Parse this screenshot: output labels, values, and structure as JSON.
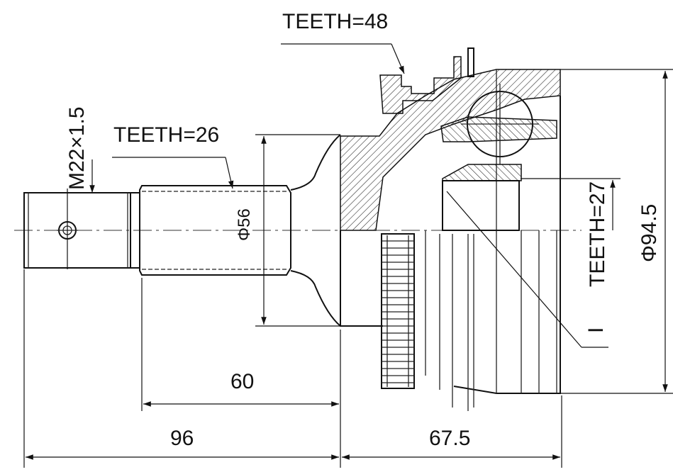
{
  "labels": {
    "teeth_48": "TEETH=48",
    "teeth_26": "TEETH=26",
    "teeth_27": "TEETH=27",
    "thread": "M22×1.5",
    "dia_56": "Φ56",
    "dia_94_5": "Φ94.5",
    "dim_60": "60",
    "dim_96": "96",
    "dim_67_5": "67.5",
    "mark_i": "I"
  },
  "colors": {
    "line": "#111111",
    "background": "#ffffff"
  }
}
